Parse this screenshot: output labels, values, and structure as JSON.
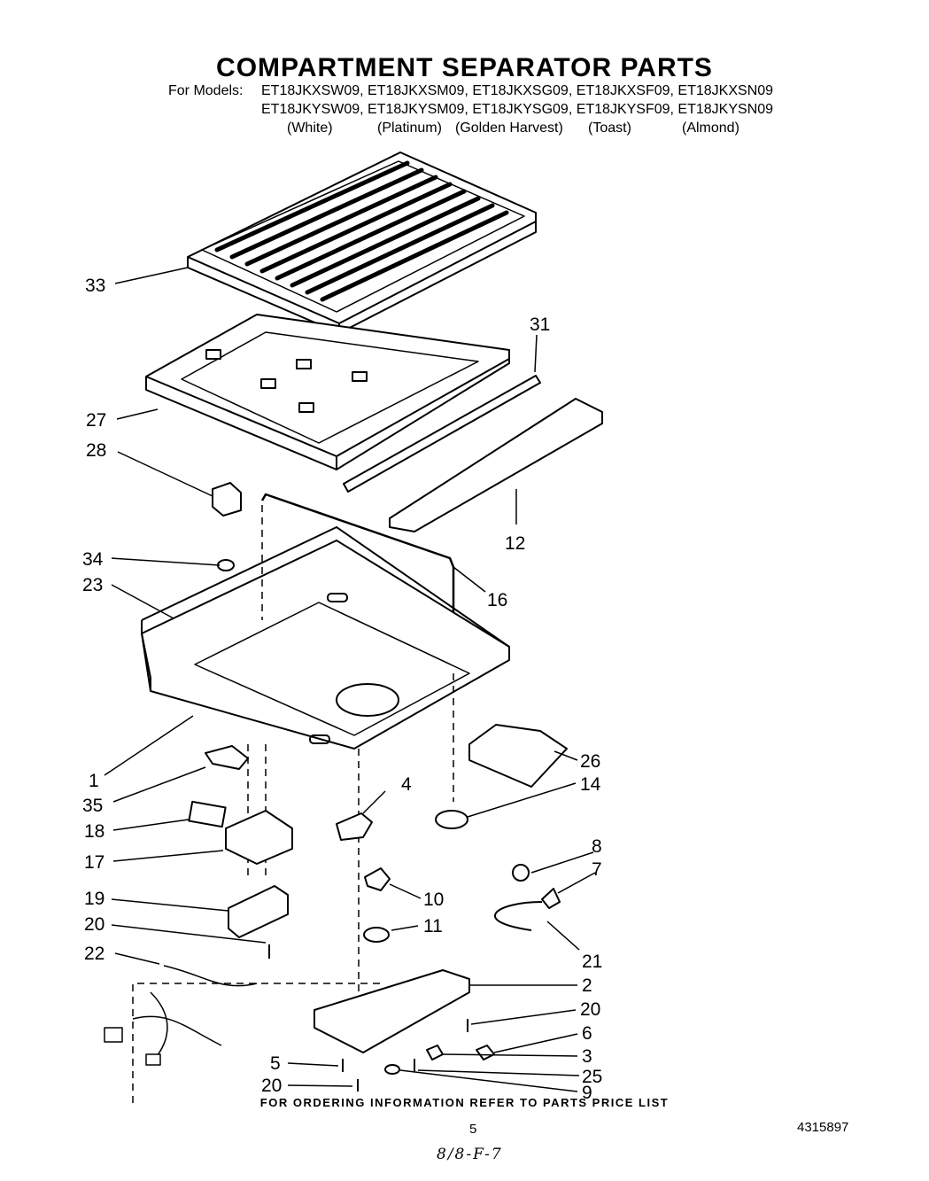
{
  "title": "COMPARTMENT SEPARATOR PARTS",
  "models": {
    "label": "For Models:",
    "row1": "ET18JKXSW09, ET18JKXSM09, ET18JKXSG09, ET18JKXSF09, ET18JKXSN09",
    "row2": "ET18JKYSW09, ET18JKYSM09, ET18JKYSG09, ET18JKYSF09, ET18JKYSN09",
    "colors": [
      "(White)",
      "(Platinum)",
      "(Golden Harvest)",
      "(Toast)",
      "(Almond)"
    ]
  },
  "callouts": [
    "33",
    "31",
    "27",
    "28",
    "12",
    "34",
    "23",
    "16",
    "1",
    "26",
    "35",
    "4",
    "14",
    "18",
    "17",
    "8",
    "7",
    "10",
    "19",
    "11",
    "20",
    "22",
    "21",
    "2",
    "20",
    "6",
    "5",
    "3",
    "25",
    "20",
    "9"
  ],
  "footer": "FOR ORDERING INFORMATION REFER TO PARTS PRICE LIST",
  "page_number": "5",
  "document_number": "4315897",
  "handwritten_note": "8/8-F-7"
}
